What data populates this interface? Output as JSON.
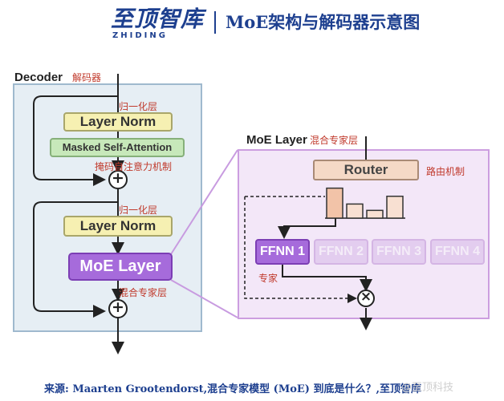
{
  "header": {
    "logo_text": "至顶智库",
    "logo_sub": "ZHIDING",
    "title": "MoE架构与解码器示意图"
  },
  "decoder": {
    "title": "Decoder",
    "title_cn": "解码器",
    "norm1_label": "Layer Norm",
    "norm1_cn": "归一化层",
    "attention_label": "Masked Self-Attention",
    "attention_cn": "掩码自注意力机制",
    "norm2_label": "Layer Norm",
    "norm2_cn": "归一化层",
    "moe_label": "MoE Layer",
    "moe_cn": "混合专家层",
    "add_symbol": "+"
  },
  "moe_layer": {
    "title": "MoE Layer",
    "title_cn": "混合专家层",
    "router_label": "Router",
    "router_cn": "路由机制",
    "router_scores": [
      0.85,
      0.4,
      0.22,
      0.62
    ],
    "experts": [
      "FFNN 1",
      "FFNN 2",
      "FFNN 3",
      "FFNN 4"
    ],
    "active_expert": "FFNN 1",
    "expert_cn": "专家",
    "multiply_symbol": "×"
  },
  "colors": {
    "brand": "#1d3f8f",
    "annotation": "#c0392b",
    "moe_purple": "#a66bdb",
    "norm_yellow": "#f6f0b2",
    "attention_green": "#c7e8ba",
    "router_peach": "#f5d9c6"
  },
  "footer": {
    "source": "来源: Maarten Grootendorst,混合专家模型 (MoE) 到底是什么？,至顶智库",
    "watermark": "@至顶科技"
  }
}
